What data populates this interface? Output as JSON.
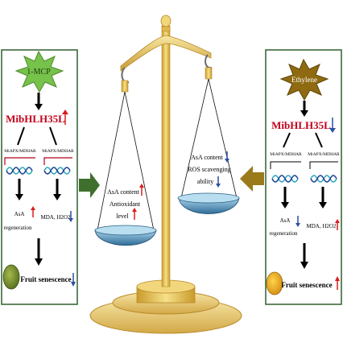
{
  "left_panel": {
    "treatment": "1-MCP",
    "gene": "MibHLH35L",
    "targets": [
      "MiAPX/MDHAR",
      "MiAPX/MDHAR"
    ],
    "outcome_left_line1": "AsA",
    "outcome_left_line2": "regeneration",
    "outcome_right": "MDA, H2O2",
    "final": "Fruit senescence"
  },
  "right_panel": {
    "treatment": "Ethylene",
    "gene": "MibHLH35L",
    "targets": [
      "MiAPX/MDHAR",
      "MiAPX/MDHAR"
    ],
    "outcome_left_line1": "AsA",
    "outcome_left_line2": "regeneration",
    "outcome_right": "MDA, H2O2",
    "final": "Fruit senescence"
  },
  "left_pan": {
    "line1": "AsA content",
    "line2": "Antioxidant",
    "line3": "level"
  },
  "right_pan": {
    "line1": "AsA content",
    "line2": "ROS scavenging",
    "line3": "ability"
  },
  "colors": {
    "up_arrow": "#d81e1e",
    "down_arrow": "#2a4ea0",
    "gene_text": "#c0001a",
    "left_star": "#77c24a",
    "right_star": "#8f6a10",
    "panel_border": "#2f5f2f",
    "balance_gold": "#e8c65a",
    "pan_water": "#3d7da6",
    "left_big_arrow": "#3f6f2d",
    "right_big_arrow": "#9a7a1b"
  }
}
